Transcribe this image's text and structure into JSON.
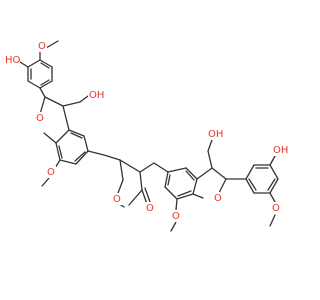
{
  "diagram": {
    "kind": "skeletal-structure",
    "colors": {
      "bond": "#333333",
      "oxygen": "#e8342a",
      "hydrogen-on-oxygen": "#e8342a"
    },
    "atom_labels": [
      {
        "id": "ho-left",
        "text": "HO",
        "element": "O"
      },
      {
        "id": "ome-left-top",
        "text": "O",
        "element": "O"
      },
      {
        "id": "oh-left",
        "text": "OH",
        "element": "O"
      },
      {
        "id": "ring-o-left",
        "text": "O",
        "element": "O"
      },
      {
        "id": "ome-left-bottom",
        "text": "O",
        "element": "O"
      },
      {
        "id": "lactone-ring-o",
        "text": "O",
        "element": "O"
      },
      {
        "id": "lactone-carbonyl-o",
        "text": "O",
        "element": "O"
      },
      {
        "id": "oh-right",
        "text": "OH",
        "element": "O"
      },
      {
        "id": "ring-o-right",
        "text": "O",
        "element": "O"
      },
      {
        "id": "ome-right-bottom",
        "text": "O",
        "element": "O"
      },
      {
        "id": "ho-right",
        "text": "OH",
        "element": "O"
      },
      {
        "id": "ome-right",
        "text": "O",
        "element": "O"
      }
    ]
  }
}
